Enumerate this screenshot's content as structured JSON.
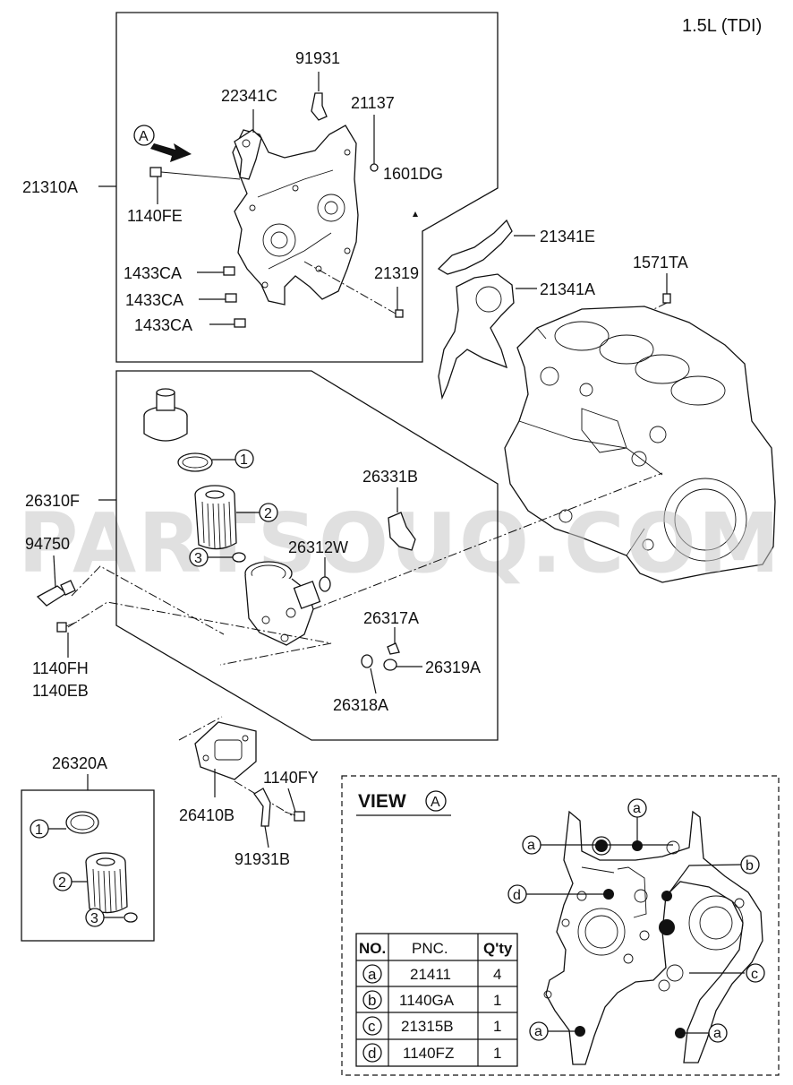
{
  "engine_label": "1.5L (TDI)",
  "watermark": "PARTSOUQ.COM",
  "labels": {
    "p91931": "91931",
    "p22341C": "22341C",
    "p21137": "21137",
    "p1601DG": "1601DG",
    "p21310A": "21310A",
    "p1140FE": "1140FE",
    "p21341E": "21341E",
    "p1571TA": "1571TA",
    "p1433CA_1": "1433CA",
    "p1433CA_2": "1433CA",
    "p1433CA_3": "1433CA",
    "p21319": "21319",
    "p21341A": "21341A",
    "p26331B": "26331B",
    "p26310F": "26310F",
    "p94750": "94750",
    "p26312W": "26312W",
    "p1140FH": "1140FH",
    "p1140EB": "1140EB",
    "p26317A": "26317A",
    "p26319A": "26319A",
    "p26318A": "26318A",
    "p26320A": "26320A",
    "p26410B": "26410B",
    "p1140FY": "1140FY",
    "p91931B": "91931B"
  },
  "callouts": {
    "A": "A",
    "one": "1",
    "two": "2",
    "three": "3",
    "a": "a",
    "b": "b",
    "c": "c",
    "d": "d"
  },
  "view": {
    "title": "VIEW",
    "letter": "A"
  },
  "table": {
    "headers": [
      "NO.",
      "PNC.",
      "Q'ty"
    ],
    "rows": [
      {
        "no": "a",
        "pnc": "21411",
        "qty": "4"
      },
      {
        "no": "b",
        "pnc": "1140GA",
        "qty": "1"
      },
      {
        "no": "c",
        "pnc": "21315B",
        "qty": "1"
      },
      {
        "no": "d",
        "pnc": "1140FZ",
        "qty": "1"
      }
    ]
  }
}
